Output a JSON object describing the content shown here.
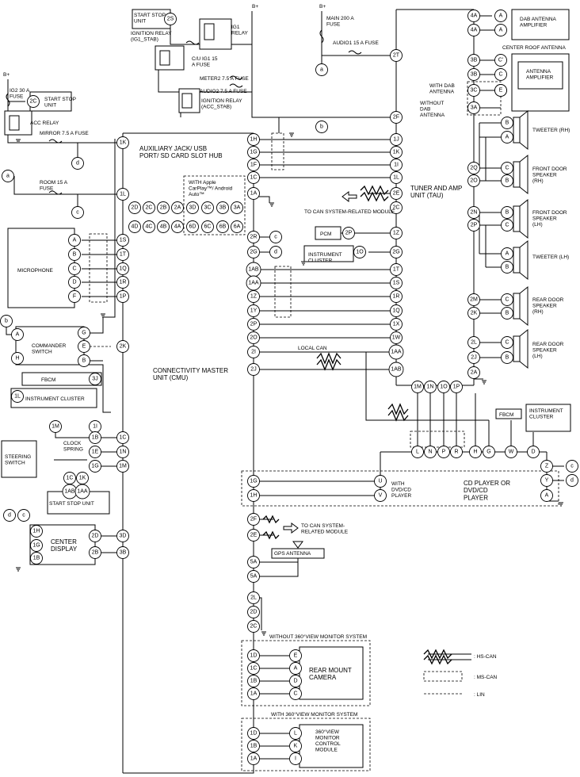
{
  "labels": {
    "b_plus": "B+",
    "start_stop_unit_top": "START STOP UNIT",
    "ign_relay_ig1_stab": "IGNITION RELAY (IG1_STAB)",
    "ig1_relay": "IG1 RELAY",
    "cu_ig1_fuse": "C/U IG1 15 A FUSE",
    "meter2_fuse": "METER2 7.5 A FUSE",
    "audio2_fuse": "AUDIO2 7.5 A FUSE",
    "ign_relay_acc_stab": "IGNITION RELAY (ACC_STAB)",
    "main_fuse": "MAIN 200 A FUSE",
    "audio1_fuse": "AUDIO1 15 A FUSE",
    "ig2_fuse": "IG2 30 A FUSE",
    "start_stop_unit_left": "START STOP UNIT",
    "acc_relay": "ACC RELAY",
    "mirror_fuse": "MIRROR 7.5 A FUSE",
    "room_fuse": "ROOM 15 A FUSE",
    "aux_hub": "AUXILIARY JACK/ USB PORT/ SD CARD SLOT HUB",
    "with_carplay": "WITH Apple CarPlay™/ Android Auto™",
    "tau": "TUNER AND AMP UNIT (TAU)",
    "to_can_module": "TO CAN SYSTEM-RELATED MODULE",
    "pcm": "PCM",
    "instrument_cluster": "INSTRUMENT CLUSTER",
    "microphone": "MICROPHONE",
    "commander_switch": "COMMANDER SWITCH",
    "fbcm": "FBCM",
    "cmu": "CONNECTIVITY MASTER UNIT (CMU)",
    "local_can": "LOCAL CAN",
    "clock_spring": "CLOCK SPRING",
    "steering_switch": "STEERING SWITCH",
    "start_stop_unit_bottom": "START STOP UNIT",
    "center_display": "CENTER DISPLAY",
    "with_dvd": "WITH DVD/CD PLAYER",
    "cd_player": "CD PLAYER OR DVD/CD PLAYER",
    "to_can_module2": "TO CAN SYSTEM- RELATED MODULE",
    "gps_antenna": "GPS ANTENNA",
    "without_360": "WITHOUT 360°VIEW MONITOR SYSTEM",
    "rear_mount_camera": "REAR MOUNT CAMERA",
    "with_360": "WITH 360°VIEW MONITOR SYSTEM",
    "view_monitor_module": "360°VIEW MONITOR CONTROL MODULE",
    "dab_antenna_amp": "DAB ANTENNA AMPLIFIER",
    "center_roof_antenna": "CENTER ROOF ANTENNA",
    "antenna_amp": "ANTENNA AMPLIFIER",
    "with_dab": "WITH DAB ANTENNA",
    "without_dab": "WITHOUT DAB ANTENNA",
    "tweeter_rh": "TWEETER (RH)",
    "front_door_rh": "FRONT DOOR SPEAKER (RH)",
    "front_door_lh": "FRONT DOOR SPEAKER (LH)",
    "tweeter_lh": "TWEETER (LH)",
    "rear_door_rh": "REAR DOOR SPEAKER (RH)",
    "rear_door_lh": "REAR DOOR SPEAKER (LH)",
    "fbcm2": "FBCM",
    "instrument_cluster2": "INSTRUMENT CLUSTER"
  },
  "legend": {
    "hs_can": ": HS-CAN",
    "ms_can": ": MS-CAN",
    "lin": ": LIN"
  }
}
